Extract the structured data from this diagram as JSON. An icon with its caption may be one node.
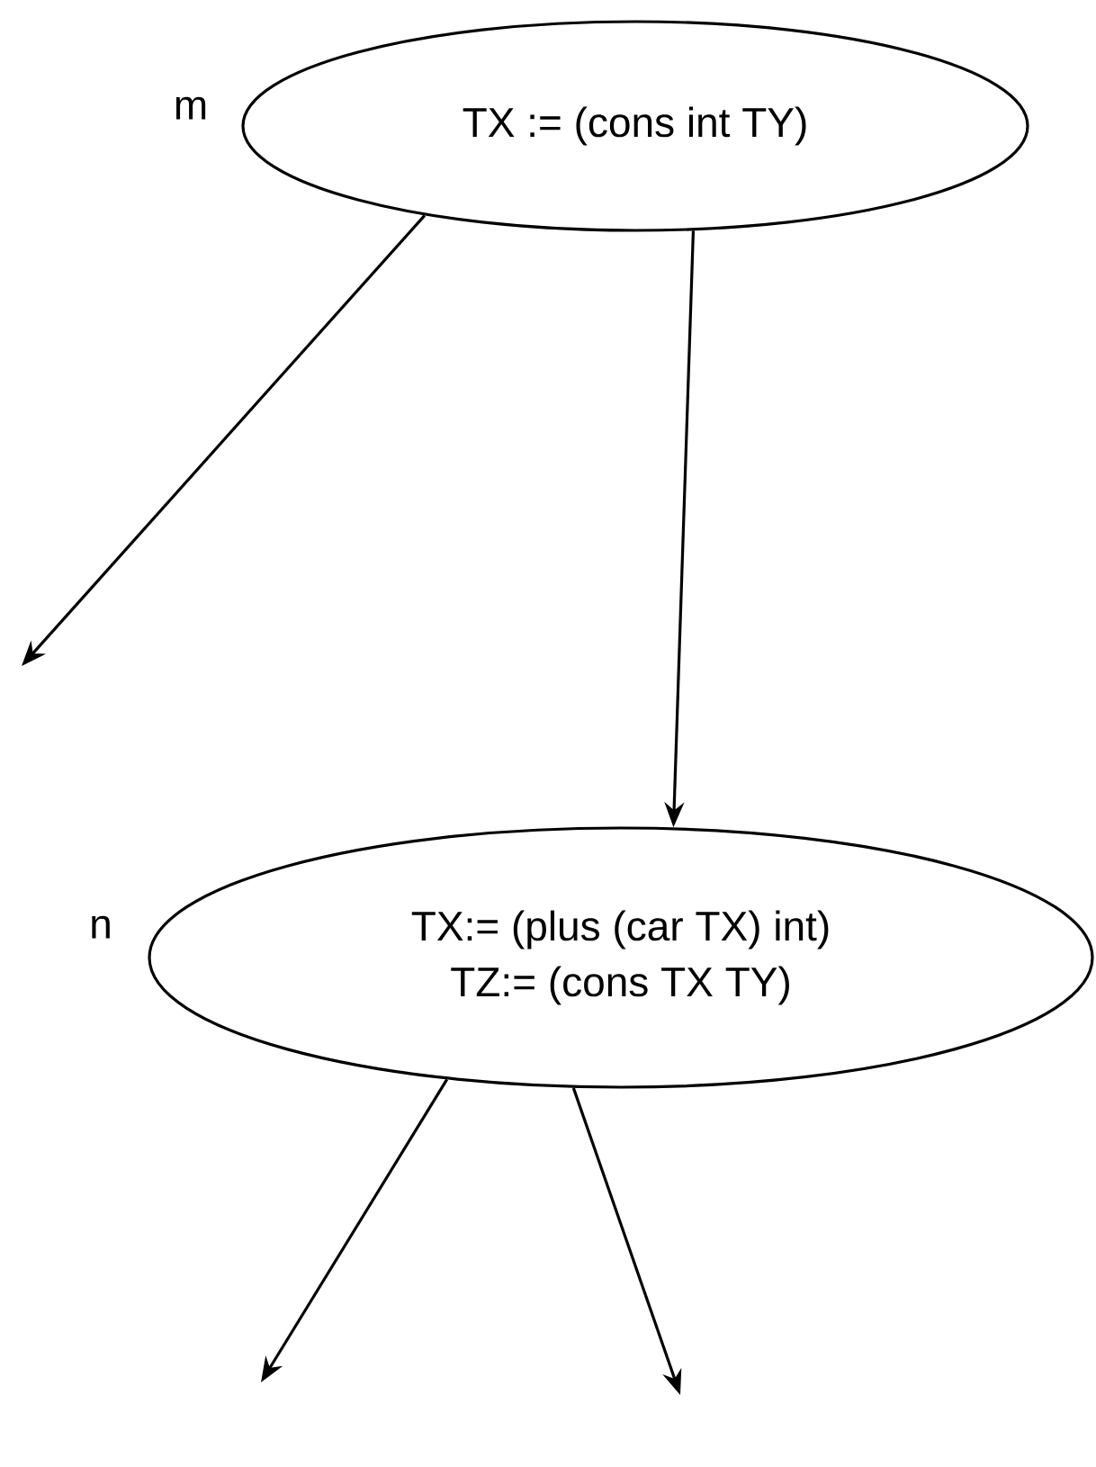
{
  "diagram": {
    "nodes": [
      {
        "text": [
          "TX := (cons int TY)"
        ],
        "beside": [
          "m"
        ]
      },
      {
        "text": [
          "TX:= (plus (car TX) int)",
          "TZ:= (cons TX TY)"
        ],
        "beside": [
          "n"
        ]
      }
    ],
    "edges": [
      {
        "from": 0,
        "to": null,
        "arrow": "to"
      },
      {
        "from": 0,
        "to": 1,
        "arrow": "to"
      },
      {
        "from": 1,
        "to": null,
        "arrow": "to"
      },
      {
        "from": 1,
        "to": null,
        "arrow": "to"
      }
    ]
  }
}
